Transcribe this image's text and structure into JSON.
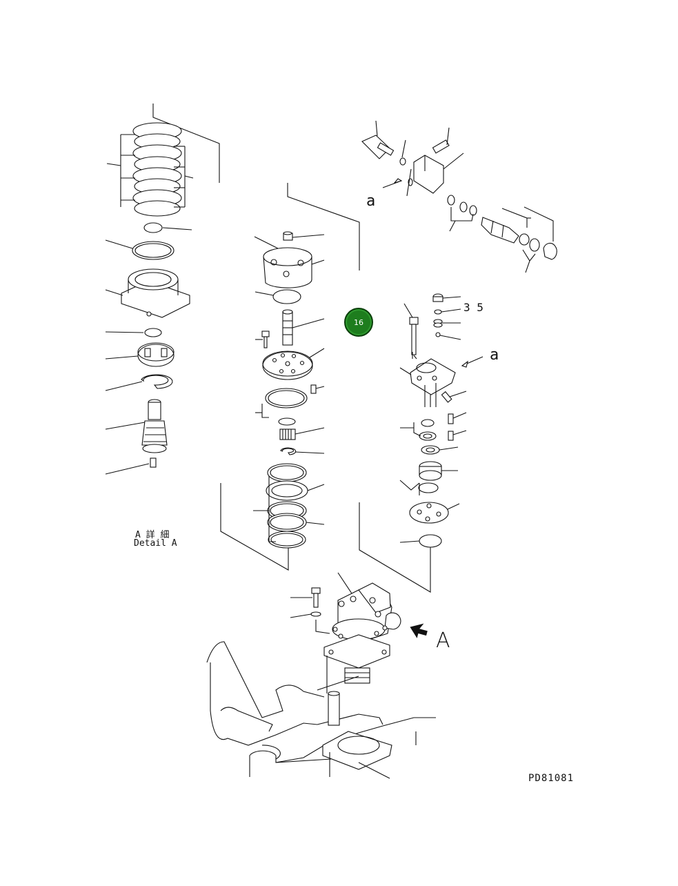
{
  "callout": {
    "number": "16",
    "color": "#1e7d1e"
  },
  "labels": {
    "qty_35": "3 5",
    "view_a_upper": "a",
    "view_a_right": "a",
    "arrow_a": "A",
    "detail_jp": "A 詳 細",
    "detail_en": "Detail A",
    "drawing_number": "PD81081"
  }
}
